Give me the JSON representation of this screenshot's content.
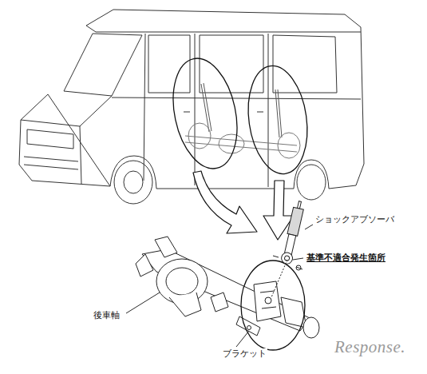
{
  "diagram": {
    "labels": [
      "ショックアブソーバ",
      "基準不適合発生箇所",
      "後車軸",
      "ブラケット",
      "Response."
    ]
  }
}
